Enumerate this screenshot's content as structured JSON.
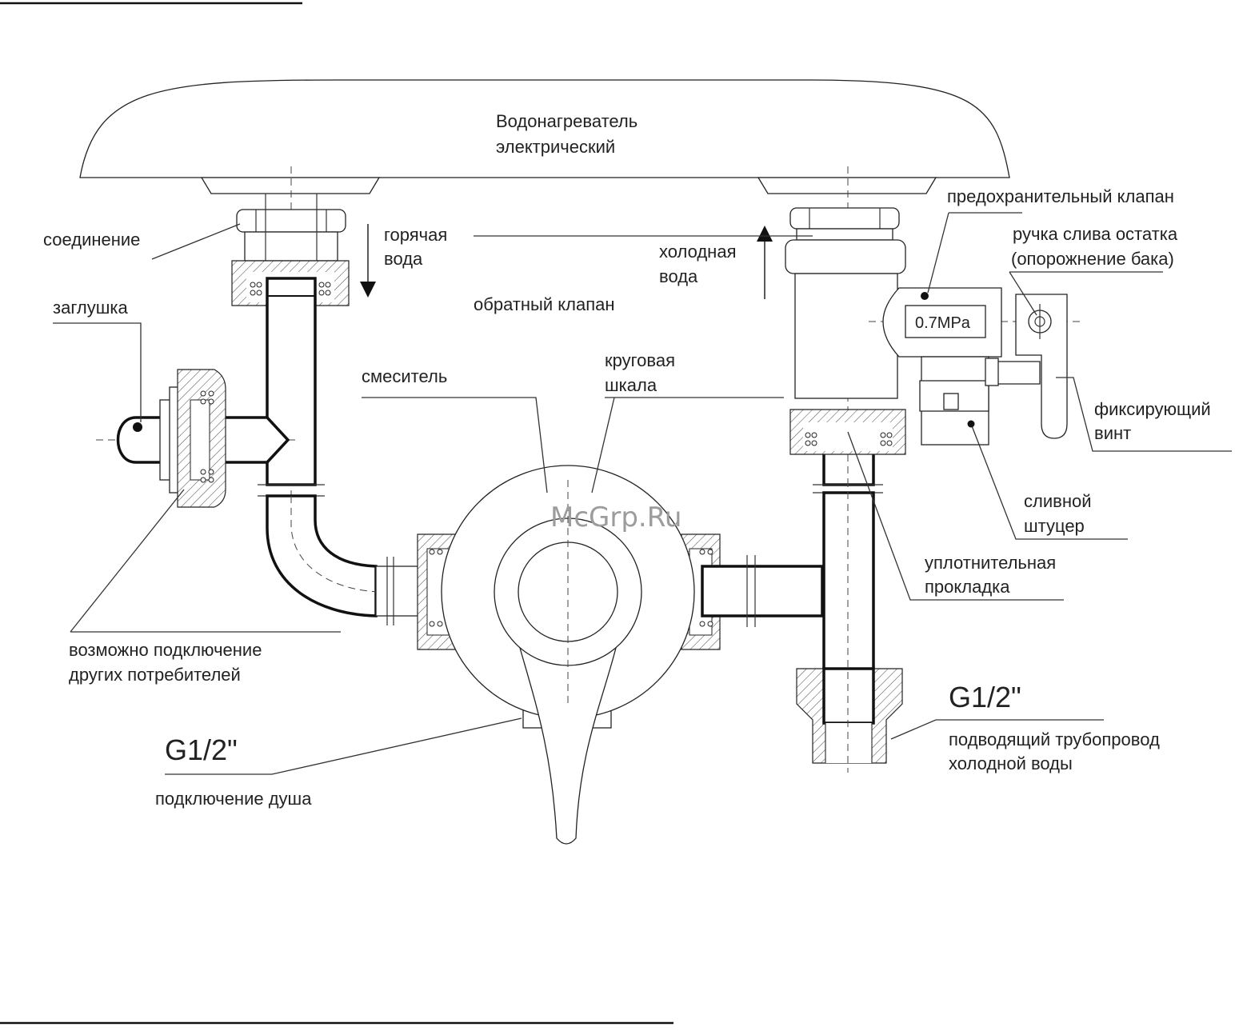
{
  "labels": {
    "heater_line1": "Водонагреватель",
    "heater_line2": "электрический",
    "connection": "соединение",
    "hot_water_line1": "горячая",
    "hot_water_line2": "вода",
    "cold_water_line1": "холодная",
    "cold_water_line2": "вода",
    "safety_valve": "предохранительный клапан",
    "drain_handle_line1": "ручка слива остатка",
    "drain_handle_line2": "(опорожнение бака)",
    "plug": "заглушка",
    "check_valve": "обратный клапан",
    "gauge_value": "0.7MPa",
    "mixer": "смеситель",
    "dial_line1": "круговая",
    "dial_line2": "шкала",
    "fixing_screw_line1": "фиксирующий",
    "fixing_screw_line2": "винт",
    "drain_fitting_line1": "сливной",
    "drain_fitting_line2": "штуцер",
    "gasket_line1": "уплотнительная",
    "gasket_line2": "прокладка",
    "consumers_line1": "возможно подключение",
    "consumers_line2": "других потребителей",
    "thread_shower": "G1/2\"",
    "shower_connection": "подключение душа",
    "thread_supply": "G1/2\"",
    "supply_line1": "подводящий трубопровод",
    "supply_line2": "холодной воды",
    "watermark": "McGrp.Ru"
  },
  "colors": {
    "line": "#222222",
    "background": "#ffffff",
    "watermark": "#9c9c9c"
  }
}
